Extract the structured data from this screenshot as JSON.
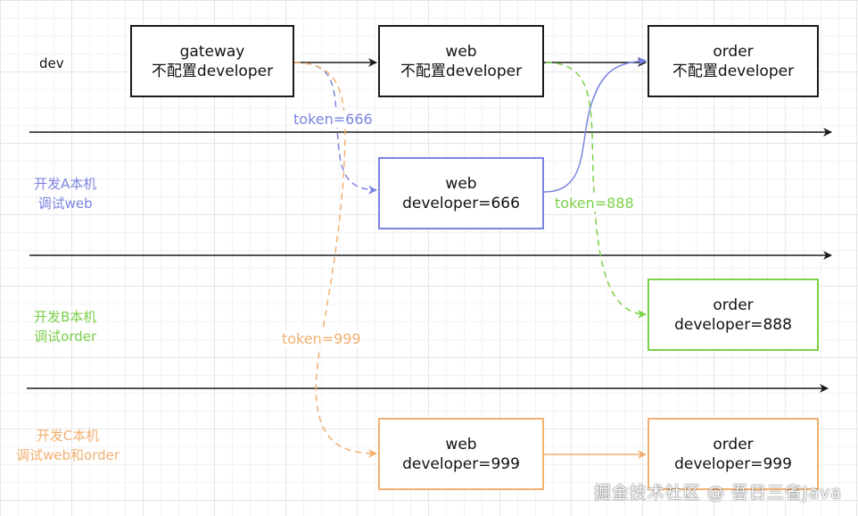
{
  "lanes": [
    {
      "label_1": "dev",
      "label_2": "",
      "color": "#111111"
    },
    {
      "label_1": "开发A本机",
      "label_2": "调试web",
      "color": "#7b84e0"
    },
    {
      "label_1": "开发B本机",
      "label_2": "调试order",
      "color": "#7cd04a"
    },
    {
      "label_1": "开发C本机",
      "label_2": "调试web和order",
      "color": "#f1b070"
    }
  ],
  "boxes": {
    "dev_gateway": {
      "line1": "gateway",
      "line2": "不配置developer"
    },
    "dev_web": {
      "line1": "web",
      "line2": "不配置developer"
    },
    "dev_order": {
      "line1": "order",
      "line2": "不配置developer"
    },
    "a_web": {
      "line1": "web",
      "line2": "developer=666"
    },
    "b_order": {
      "line1": "order",
      "line2": "developer=888"
    },
    "c_web": {
      "line1": "web",
      "line2": "developer=999"
    },
    "c_order": {
      "line1": "order",
      "line2": "developer=999"
    }
  },
  "edge_labels": {
    "token_666": "token=666",
    "token_888": "token=888",
    "token_999": "token=999"
  },
  "colors": {
    "black": "#1a1a1a",
    "blue": "#7b84e0",
    "green": "#7cd04a",
    "orange": "#f1b070"
  },
  "watermark": "掘金技术社区 @ 吾日三省Java"
}
